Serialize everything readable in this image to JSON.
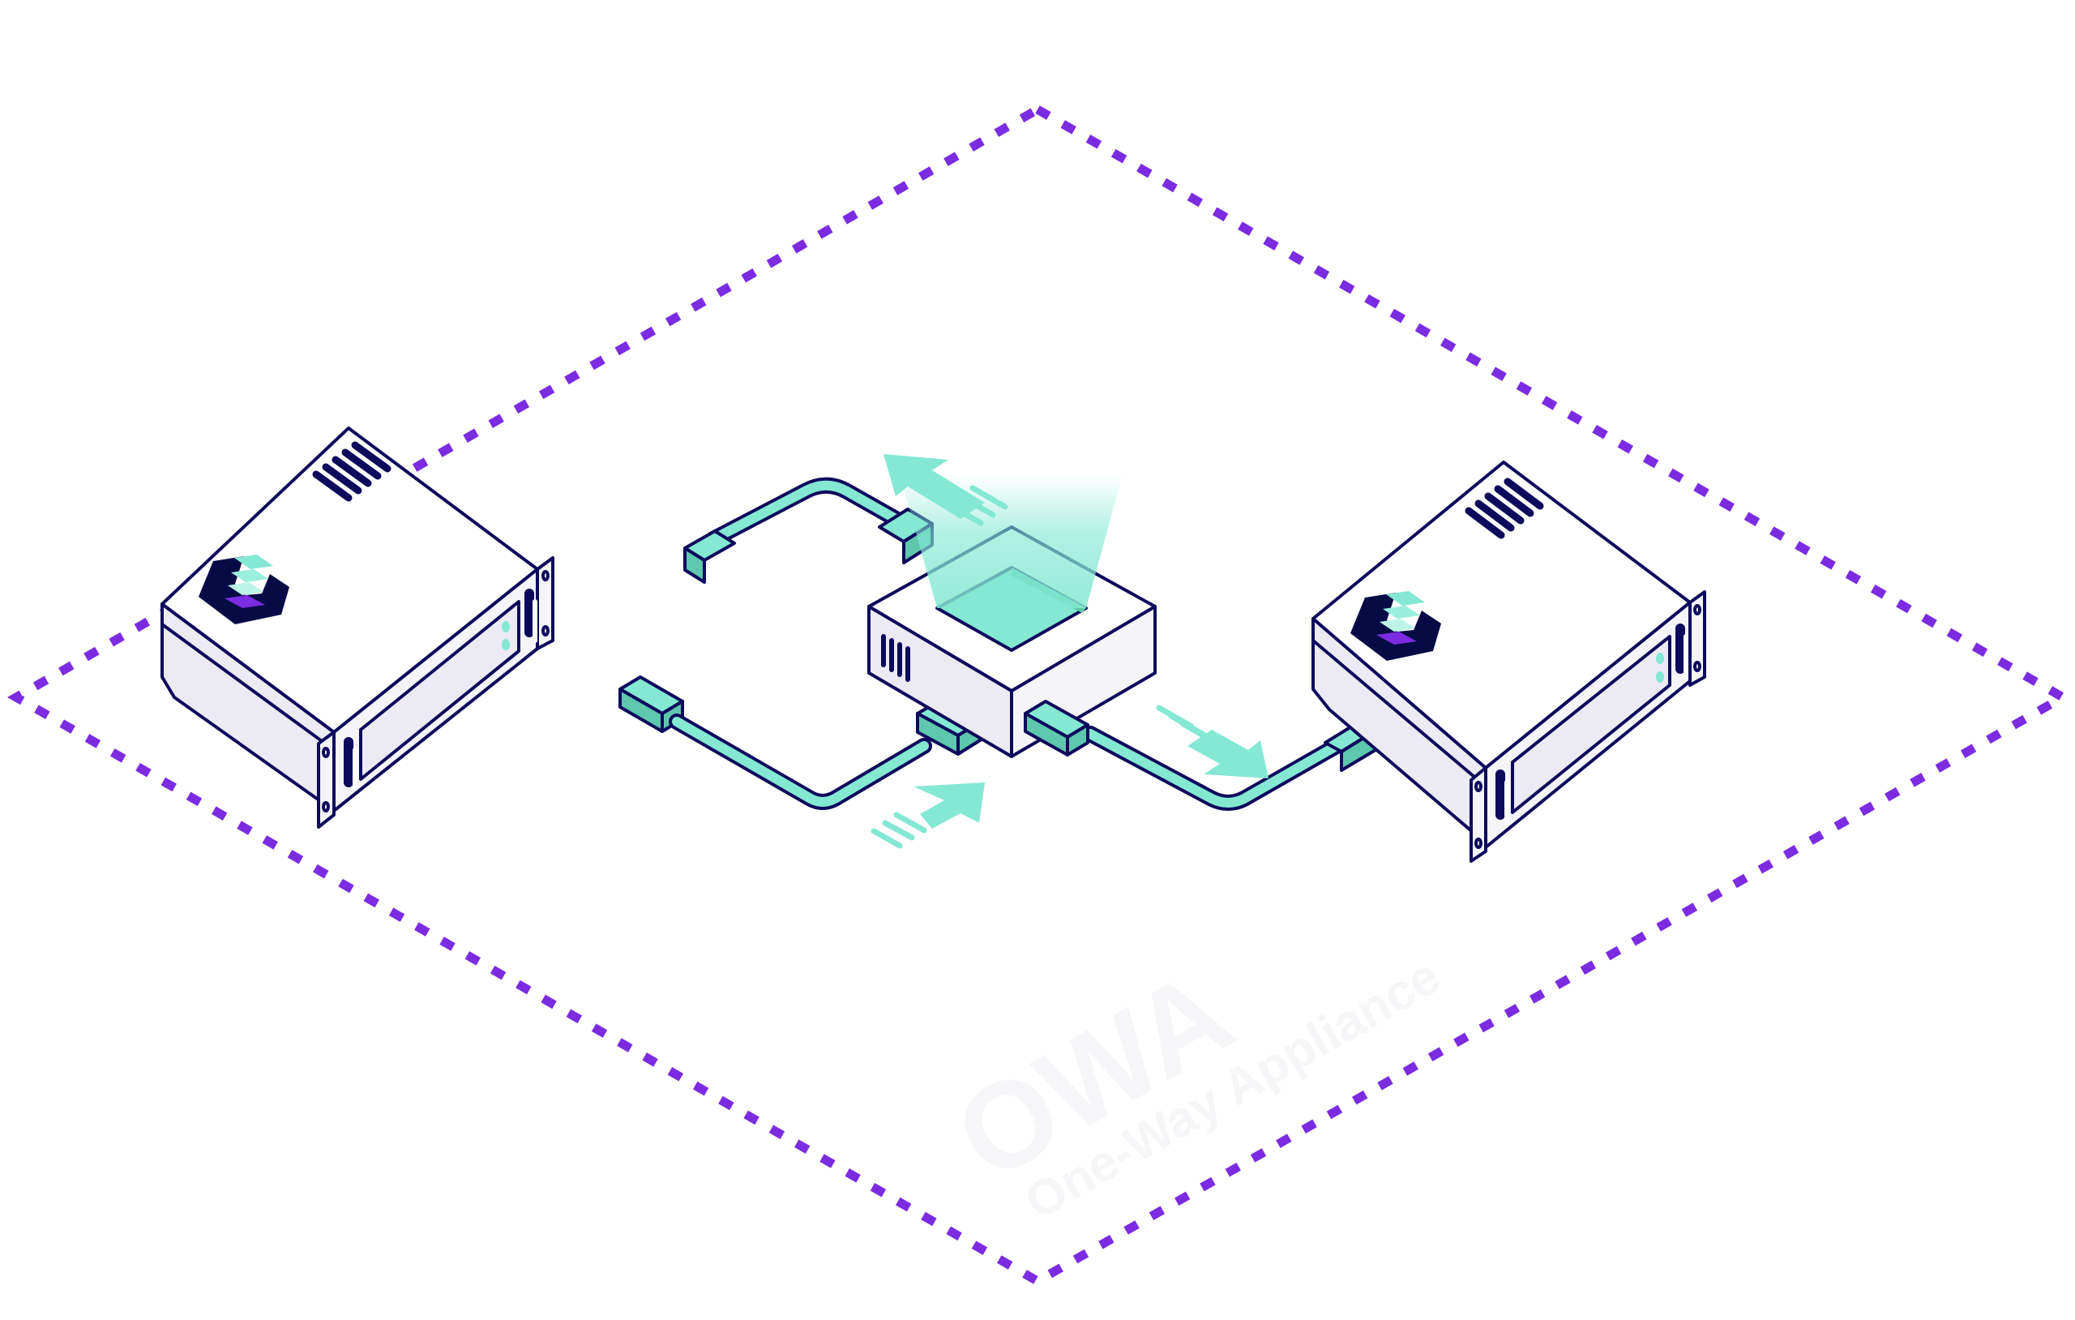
{
  "diagram": {
    "title": "One-Way Appliance network diagram",
    "watermark": {
      "title": "OWA",
      "subtitle": "One-Way Appliance"
    },
    "nodes": [
      {
        "id": "left-server",
        "type": "rack-server",
        "logo": "brand-hexagon-logo"
      },
      {
        "id": "one-way-appliance",
        "type": "data-diode-box"
      },
      {
        "id": "right-server",
        "type": "rack-server",
        "logo": "brand-hexagon-logo"
      }
    ],
    "connections": [
      {
        "from": "left-server",
        "to": "one-way-appliance",
        "port": "front",
        "direction": "in"
      },
      {
        "from": "one-way-appliance",
        "to": "left-server",
        "port": "rear",
        "direction": "out"
      },
      {
        "from": "one-way-appliance",
        "to": "right-server",
        "port": "side",
        "direction": "out"
      }
    ],
    "boundary": "dotted-diamond",
    "colors": {
      "outline": "#0d0a5c",
      "boundary": "#7b2be0",
      "teal": "#84e8d3",
      "teal_dark": "#5ec7ae",
      "panel": "#eceaf3",
      "panel_light": "#f4f4f9",
      "logo_dark": "#060b45",
      "logo_purple": "#7b2be0"
    }
  }
}
